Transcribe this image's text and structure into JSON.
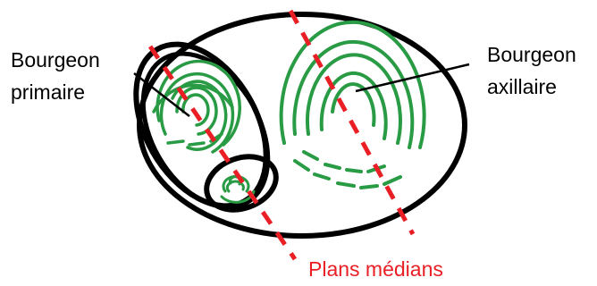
{
  "labels": {
    "primary_line1": "Bourgeon",
    "primary_line2": "primaire",
    "axillary_line1": "Bourgeon",
    "axillary_line2": "axillaire",
    "planes": "Plans médians"
  },
  "colors": {
    "outline": "#000000",
    "growth_rings": "#2a9b45",
    "median_planes": "#ea1e25",
    "label_text": "#000000"
  }
}
